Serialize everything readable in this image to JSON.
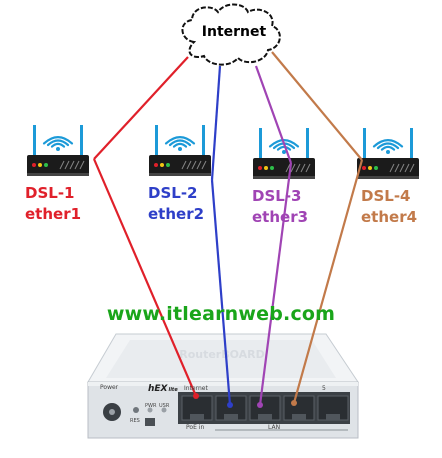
{
  "cloud": {
    "label": "Internet"
  },
  "website": {
    "text": "www.itlearnweb.com"
  },
  "modems": [
    {
      "name": "DSL-1",
      "port": "ether1",
      "color": "#e0202a"
    },
    {
      "name": "DSL-2",
      "port": "ether2",
      "color": "#2e3fc8"
    },
    {
      "name": "DSL-3",
      "port": "ether3",
      "color": "#a044b4"
    },
    {
      "name": "DSL-4",
      "port": "ether4",
      "color": "#c27a4a"
    }
  ],
  "router": {
    "brand": "hEX",
    "brand_suffix": "lite",
    "internet_label": "Internet",
    "port5_label": "5",
    "poe_label": "PoE in",
    "lan_label": "LAN",
    "power_label": "Power",
    "res_label": "RES",
    "pwr_label": "PWR",
    "usr_label": "USR"
  }
}
